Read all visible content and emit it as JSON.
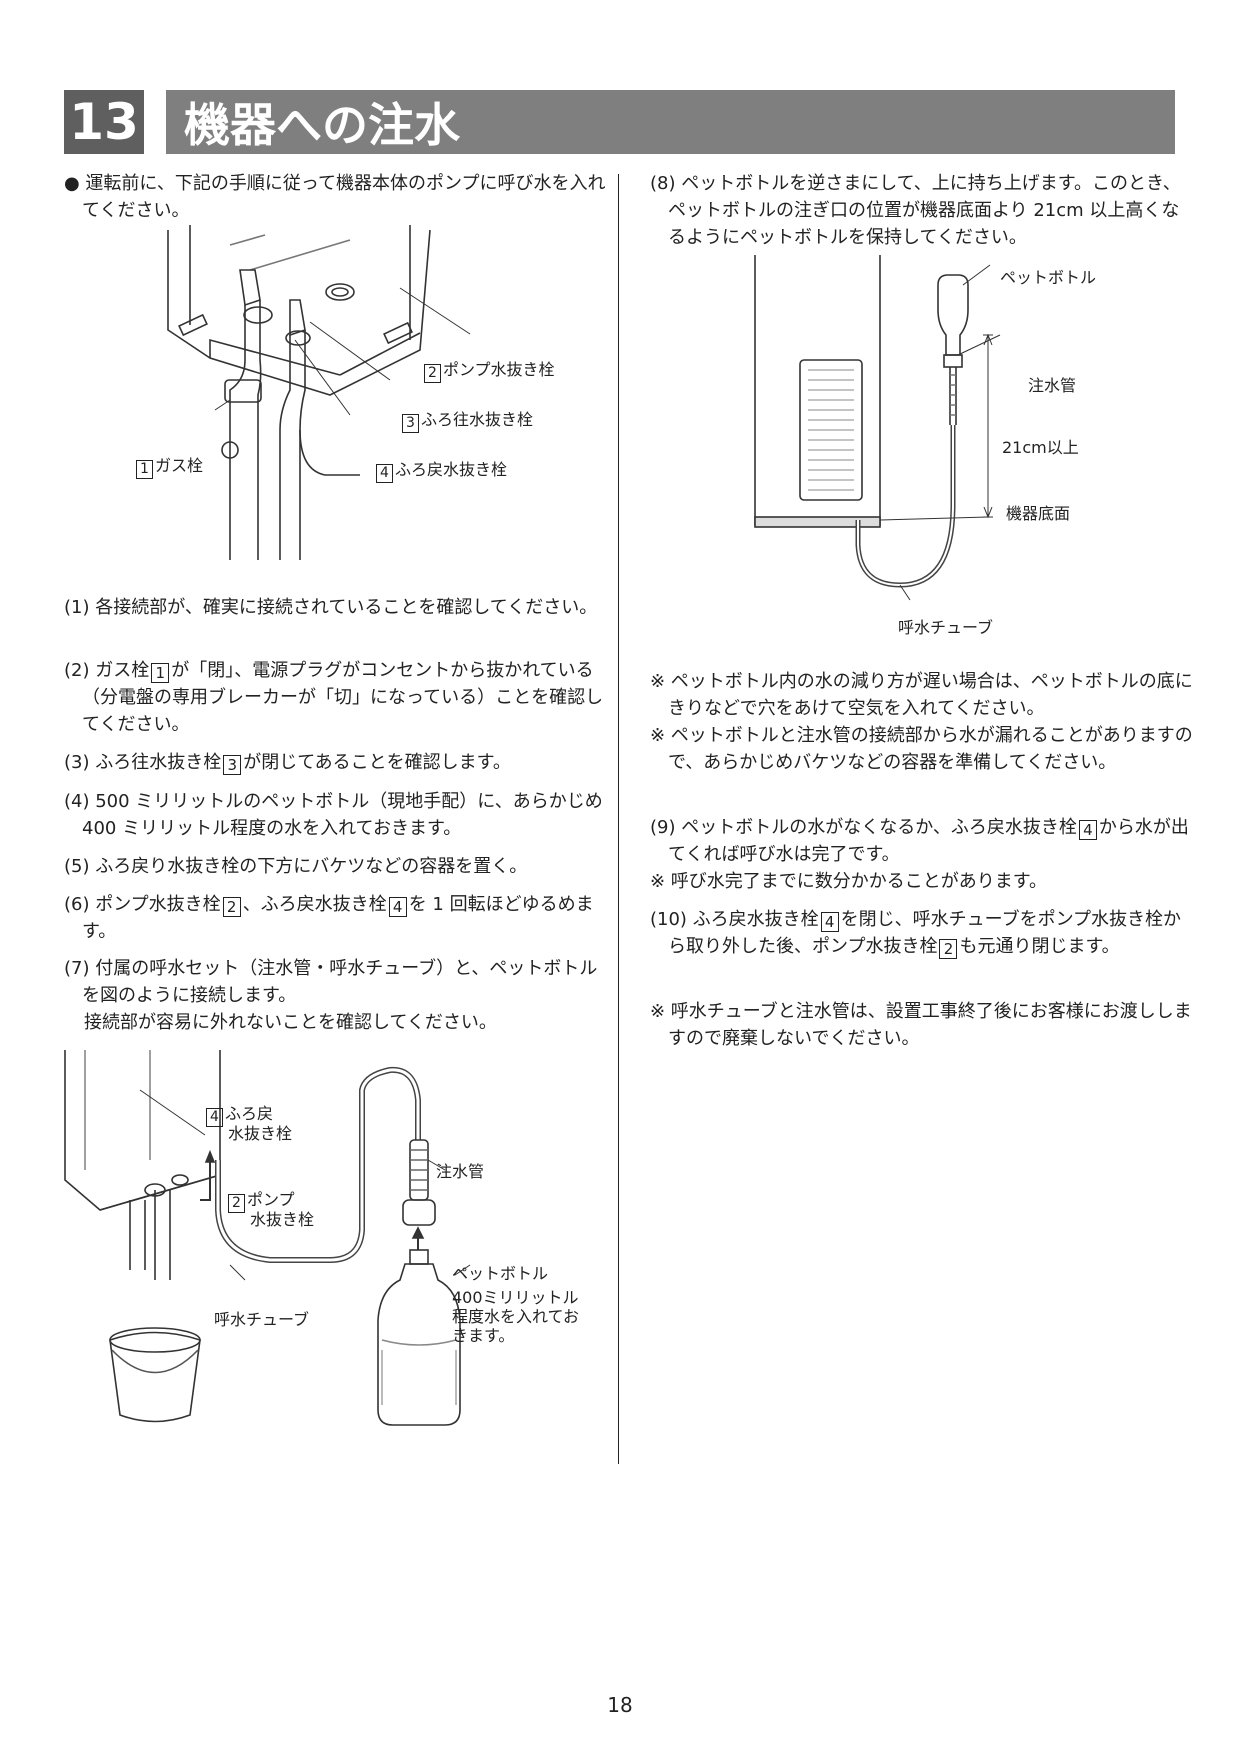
{
  "header": {
    "number": "13",
    "title": "機器への注水"
  },
  "intro": "● 運転前に、下記の手順に従って機器本体のポンプに呼び水を入れてください。",
  "fig1": {
    "label_pump_drain": "ポンプ水抜き栓",
    "label_pump_drain_num": "2",
    "label_bath_out_drain": "ふろ往水抜き栓",
    "label_bath_out_drain_num": "3",
    "label_bath_return_drain": "ふろ戻水抜き栓",
    "label_bath_return_drain_num": "4",
    "label_gas_valve": "ガス栓",
    "label_gas_valve_num": "1"
  },
  "steps_left": {
    "s1": "(1) 各接続部が、確実に接続されていることを確認してください。",
    "s2a": "(2) ガス栓",
    "s2_num": "1",
    "s2b": "が「閉」、電源プラグがコンセントから抜かれている（分電盤の専用ブレーカーが「切」になっている）ことを確認してください。",
    "s3a": "(3) ふろ往水抜き栓",
    "s3_num": "3",
    "s3b": "が閉じてあることを確認します。",
    "s4": "(4) 500 ミリリットルのペットボトル（現地手配）に、あらかじめ 400 ミリリットル程度の水を入れておきます。",
    "s5": "(5) ふろ戻り水抜き栓の下方にバケツなどの容器を置く。",
    "s6a": "(6) ポンプ水抜き栓",
    "s6_num1": "2",
    "s6b": "、ふろ戻水抜き栓",
    "s6_num2": "4",
    "s6c": "を 1 回転ほどゆるめます。",
    "s7": "(7) 付属の呼水セット（注水管・呼水チューブ）と、ペットボトルを図のように接続します。",
    "s7b": "接続部が容易に外れないことを確認してください。"
  },
  "fig3": {
    "label_bath_return_num": "4",
    "label_bath_return_1": "ふろ戻",
    "label_bath_return_2": "水抜き栓",
    "label_pump_num": "2",
    "label_pump_1": "ポンプ",
    "label_pump_2": "水抜き栓",
    "label_fill_pipe": "注水管",
    "label_priming_tube": "呼水チューブ",
    "label_bottle": "ペットボトル",
    "label_bottle_note_1": "400ミリリットル",
    "label_bottle_note_2": "程度水を入れてお",
    "label_bottle_note_3": "きます。"
  },
  "steps_right": {
    "s8": "(8) ペットボトルを逆さまにして、上に持ち上げます。このとき、ペットボトルの注ぎ口の位置が機器底面より 21cm 以上高くなるようにペットボトルを保持してください。",
    "note1": "※ ペットボトル内の水の減り方が遅い場合は、ペットボトルの底にきりなどで穴をあけて空気を入れてください。",
    "note2": "※ ペットボトルと注水管の接続部から水が漏れることがありますので、あらかじめバケツなどの容器を準備してください。",
    "s9a": "(9) ペットボトルの水がなくなるか、ふろ戻水抜き栓",
    "s9_num": "4",
    "s9b": "から水が出てくれば呼び水は完了です。",
    "note3": "※ 呼び水完了までに数分かかることがあります。",
    "s10a": "(10) ふろ戻水抜き栓",
    "s10_num1": "4",
    "s10b": "を閉じ、呼水チューブをポンプ水抜き栓から取り外した後、ポンプ水抜き栓",
    "s10_num2": "2",
    "s10c": "も元通り閉じます。",
    "note4": "※ 呼水チューブと注水管は、設置工事終了後にお客様にお渡ししますので廃棄しないでください。"
  },
  "fig2": {
    "label_bottle": "ペットボトル",
    "label_fill_pipe": "注水管",
    "label_height": "21cm以上",
    "label_bottom": "機器底面",
    "label_priming_tube": "呼水チューブ"
  },
  "page_number": "18"
}
